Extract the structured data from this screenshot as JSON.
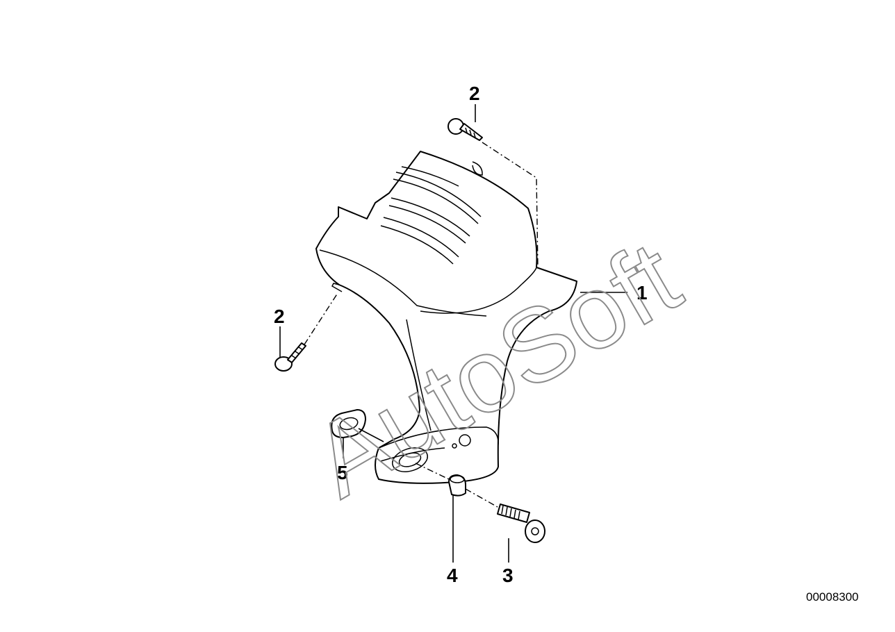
{
  "diagram": {
    "callouts": {
      "part_1": "1",
      "part_2_top": "2",
      "part_2_left": "2",
      "part_3": "3",
      "part_4": "4",
      "part_5": "5"
    },
    "watermark_text": "AutoSoft",
    "diagram_number": "00008300"
  }
}
